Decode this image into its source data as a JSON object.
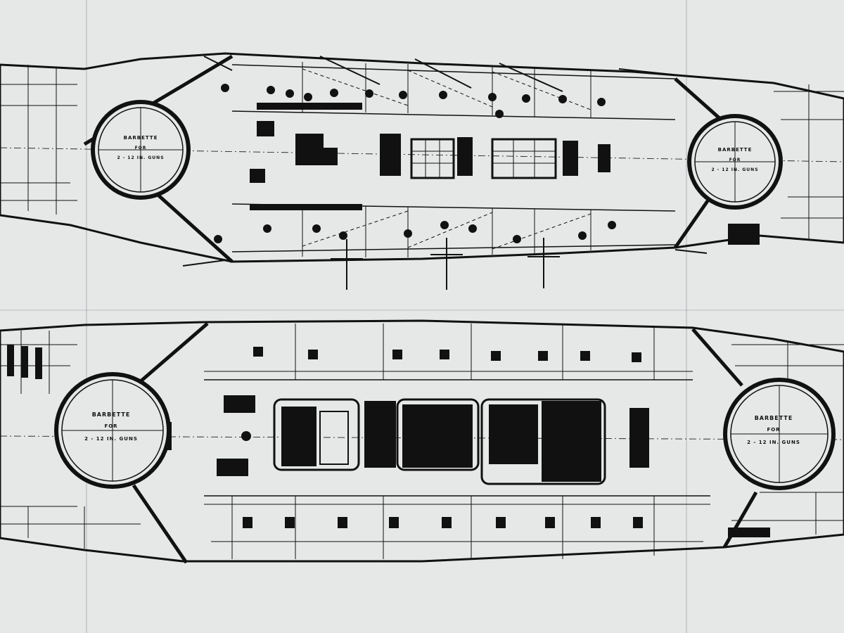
{
  "drawing": {
    "upper_plan": {
      "fore_barbette": [
        "BARBETTE",
        "FOR",
        "2 - 12 IN. GUNS"
      ],
      "aft_barbette": [
        "BARBETTE",
        "FOR",
        "2 - 12 IN. GUNS"
      ]
    },
    "lower_plan": {
      "fore_barbette": [
        "BARBETTE",
        "FOR",
        "2 - 12 IN. GUNS"
      ],
      "aft_barbette": [
        "BARBETTE",
        "FOR",
        "2 - 12 IN. GUNS"
      ]
    }
  },
  "colors": {
    "paper": "#e6e8e8",
    "ink": "#111111"
  }
}
